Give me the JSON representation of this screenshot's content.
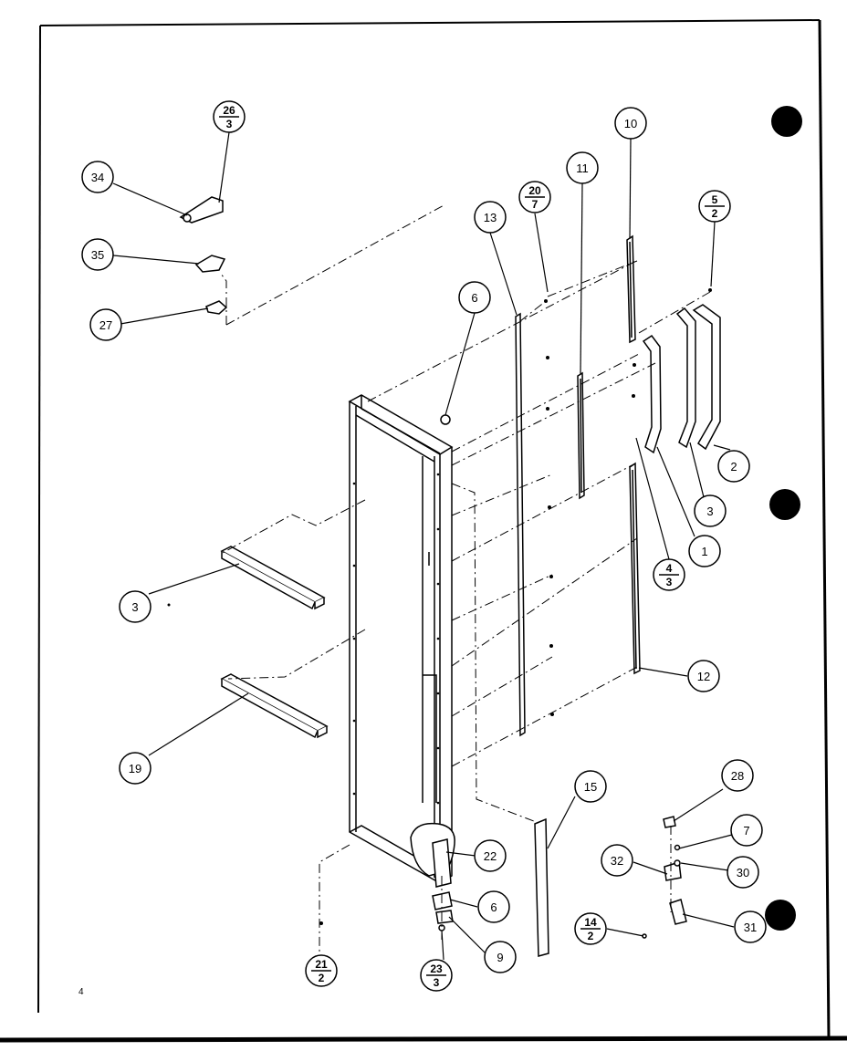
{
  "page_number": "4",
  "callouts": [
    {
      "id": "c-34",
      "num": "34"
    },
    {
      "id": "c-26-3",
      "num": "26",
      "den": "3"
    },
    {
      "id": "c-35",
      "num": "35"
    },
    {
      "id": "c-27",
      "num": "27"
    },
    {
      "id": "c-10",
      "num": "10"
    },
    {
      "id": "c-11",
      "num": "11"
    },
    {
      "id": "c-20-7",
      "num": "20",
      "den": "7"
    },
    {
      "id": "c-13",
      "num": "13"
    },
    {
      "id": "c-5-2",
      "num": "5",
      "den": "2"
    },
    {
      "id": "c-6a",
      "num": "6"
    },
    {
      "id": "c-2",
      "num": "2"
    },
    {
      "id": "c-3",
      "num": "3"
    },
    {
      "id": "c-1",
      "num": "1"
    },
    {
      "id": "c-4-3",
      "num": "4",
      "den": "3"
    },
    {
      "id": "c-12",
      "num": "12"
    },
    {
      "id": "c-3b",
      "num": "3"
    },
    {
      "id": "c-19",
      "num": "19"
    },
    {
      "id": "c-15",
      "num": "15"
    },
    {
      "id": "c-28",
      "num": "28"
    },
    {
      "id": "c-7",
      "num": "7"
    },
    {
      "id": "c-32",
      "num": "32"
    },
    {
      "id": "c-30",
      "num": "30"
    },
    {
      "id": "c-14-2",
      "num": "14",
      "den": "2"
    },
    {
      "id": "c-31",
      "num": "31"
    },
    {
      "id": "c-22",
      "num": "22"
    },
    {
      "id": "c-6b",
      "num": "6"
    },
    {
      "id": "c-9",
      "num": "9"
    },
    {
      "id": "c-21-2",
      "num": "21",
      "den": "2"
    },
    {
      "id": "c-23-3",
      "num": "23",
      "den": "3"
    }
  ],
  "colors": {
    "ink": "#000000",
    "paper": "#ffffff"
  }
}
